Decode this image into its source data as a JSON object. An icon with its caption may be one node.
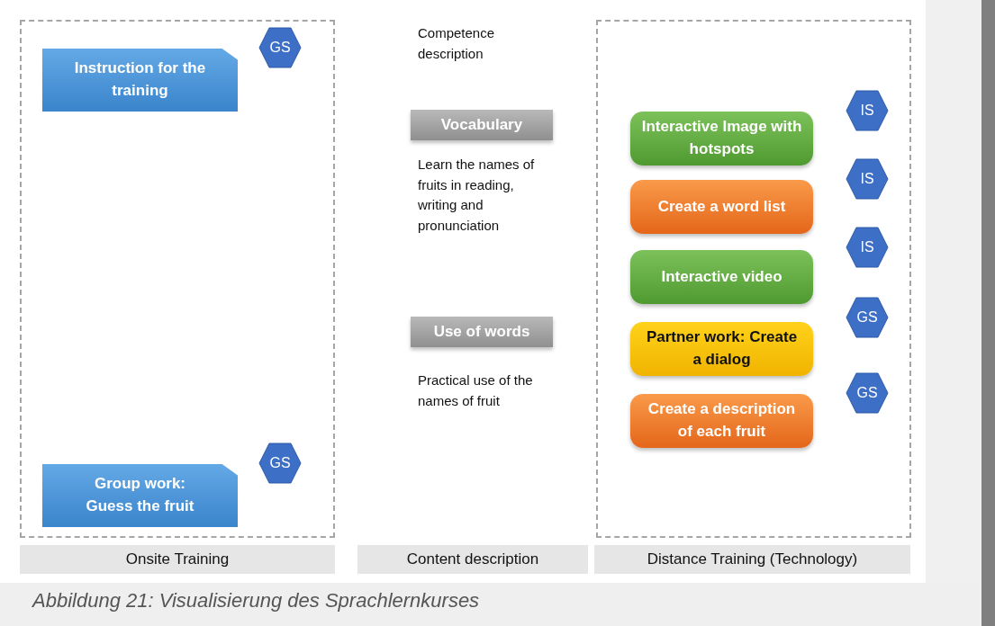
{
  "diagram": {
    "caption": "Abbildung 21: Visualisierung des Sprachlernkurses",
    "nodes": [
      {
        "text": [],
        "shape": "box"
      },
      {
        "text": [
          "Instruction for the training"
        ],
        "in": 0
      },
      {
        "text": [
          "GS"
        ],
        "in": 0
      },
      {
        "text": [
          "Group work: Guess the fruit"
        ],
        "in": 0
      },
      {
        "text": [
          "GS"
        ],
        "in": 0
      },
      {
        "text": [
          "Vocabulary"
        ]
      },
      {
        "text": [
          "Use of words"
        ]
      },
      {
        "text": [],
        "shape": "box"
      },
      {
        "text": [
          "IS"
        ],
        "in": 7
      },
      {
        "text": [
          "Interactive Image with hotspots"
        ],
        "in": 7
      },
      {
        "text": [
          "IS"
        ],
        "in": 7
      },
      {
        "text": [
          "Create a word list"
        ],
        "in": 7
      },
      {
        "text": [
          "IS"
        ],
        "in": 7
      },
      {
        "text": [
          "Interactive video"
        ],
        "in": 7
      },
      {
        "text": [
          "GS"
        ],
        "in": 7
      },
      {
        "text": [
          "Partner work: Create a dialog"
        ],
        "in": 7
      },
      {
        "text": [
          "GS"
        ],
        "in": 7
      },
      {
        "text": [
          "Create a description of each fruit"
        ],
        "in": 7
      },
      {
        "text": [
          "Onsite Training"
        ]
      },
      {
        "text": [
          "Content description"
        ]
      },
      {
        "text": [
          "Distance Training (Technology)"
        ]
      }
    ],
    "edges": [],
    "labels": [
      "Competence description",
      "Learn the names of fruits in reading, writing and pronunciation",
      "Practical use of the names of fruit"
    ]
  }
}
